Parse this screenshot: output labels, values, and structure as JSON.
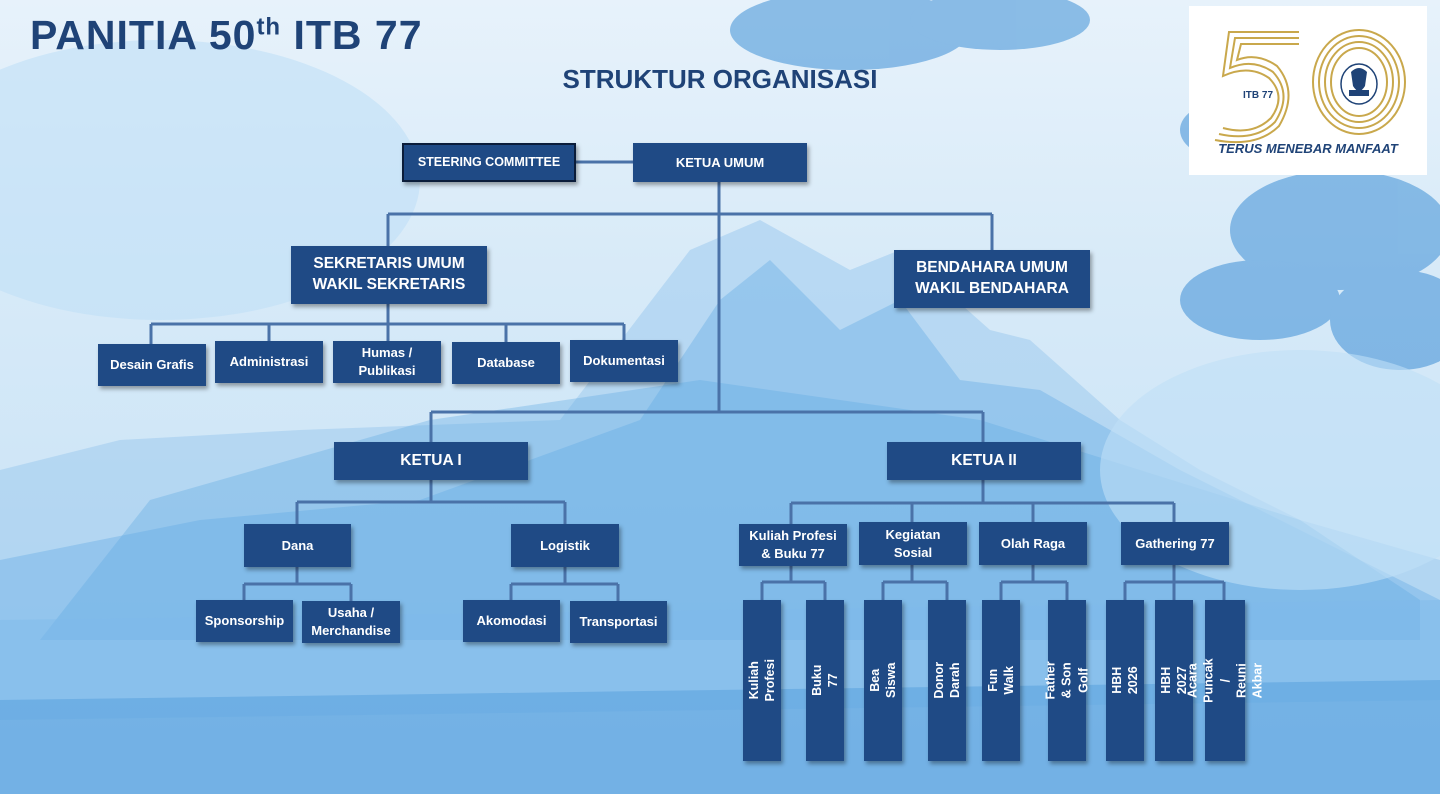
{
  "header": {
    "title_main": "PANITIA 50",
    "title_sup": "th",
    "title_end": " ITB 77",
    "subtitle": "STRUKTUR ORGANISASI"
  },
  "logo": {
    "number": "50",
    "org": "ITB 77",
    "tagline": "TERUS MENEBAR MANFAAT",
    "gold": "#c9a84c"
  },
  "org": {
    "steering_committee": "STEERING COMMITTEE",
    "ketua_umum": "KETUA UMUM",
    "sekretaris": "SEKRETARIS UMUM\nWAKIL SEKRETARIS",
    "bendahara": "BENDAHARA UMUM\nWAKIL BENDAHARA",
    "sekretariat_units": [
      "Desain Grafis",
      "Administrasi",
      "Humas /\nPublikasi",
      "Database",
      "Dokumentasi"
    ],
    "ketua_1": "KETUA I",
    "ketua_2": "KETUA II",
    "ketua_1_divisions": {
      "dana": "Dana",
      "logistik": "Logistik",
      "dana_units": [
        "Sponsorship",
        "Usaha /\nMerchandise"
      ],
      "logistik_units": [
        "Akomodasi",
        "Transportasi"
      ]
    },
    "ketua_2_divisions": {
      "kuliah": "Kuliah Profesi\n& Buku 77",
      "sosial": "Kegiatan\nSosial",
      "olahraga": "Olah Raga",
      "gathering": "Gathering 77",
      "kuliah_units": [
        "Kuliah Profesi",
        "Buku 77"
      ],
      "sosial_units": [
        "Bea Siswa",
        "Donor Darah"
      ],
      "olahraga_units": [
        "Fun Walk",
        "Father & Son Golf"
      ],
      "gathering_units": [
        "HBH 2026",
        "HBH 2027",
        "Acara Puncak /\nReuni Akbar"
      ]
    }
  },
  "colors": {
    "box": "#1f4a85",
    "line": "#4a72a8",
    "title": "#1f4377"
  }
}
